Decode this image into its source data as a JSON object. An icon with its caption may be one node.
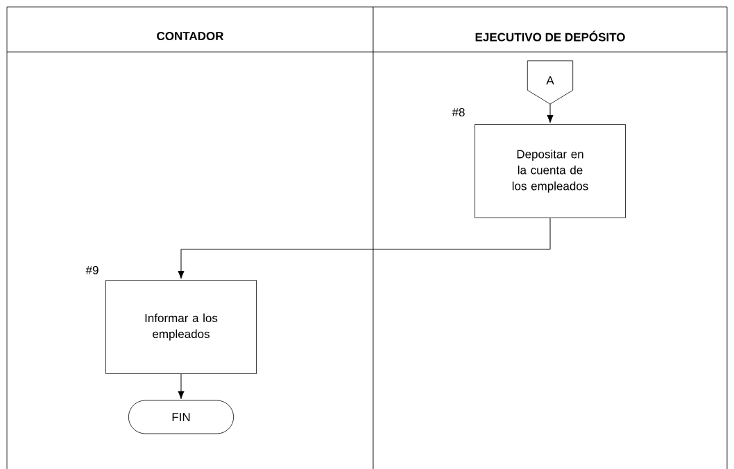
{
  "diagram": {
    "nodes": [
      {
        "text": [
          "CONTADOR"
        ]
      },
      {
        "text": [
          "EJECUTIVO DE DEPÓSITO"
        ]
      },
      {
        "text": [
          "A"
        ],
        "in": 1
      },
      {
        "text": [
          "Depositar en la cuenta de los empleados"
        ],
        "in": 1,
        "beside": [
          "#8"
        ]
      },
      {
        "text": [
          "Informar a los empleados"
        ],
        "in": 0,
        "beside": [
          "#9"
        ]
      },
      {
        "text": [
          "FIN"
        ],
        "in": 0
      }
    ],
    "edges": [
      {
        "from": 2,
        "to": 3,
        "arrow": "to"
      },
      {
        "from": 3,
        "to": 4,
        "arrow": "to"
      },
      {
        "from": 4,
        "to": 5,
        "arrow": "to"
      }
    ]
  }
}
